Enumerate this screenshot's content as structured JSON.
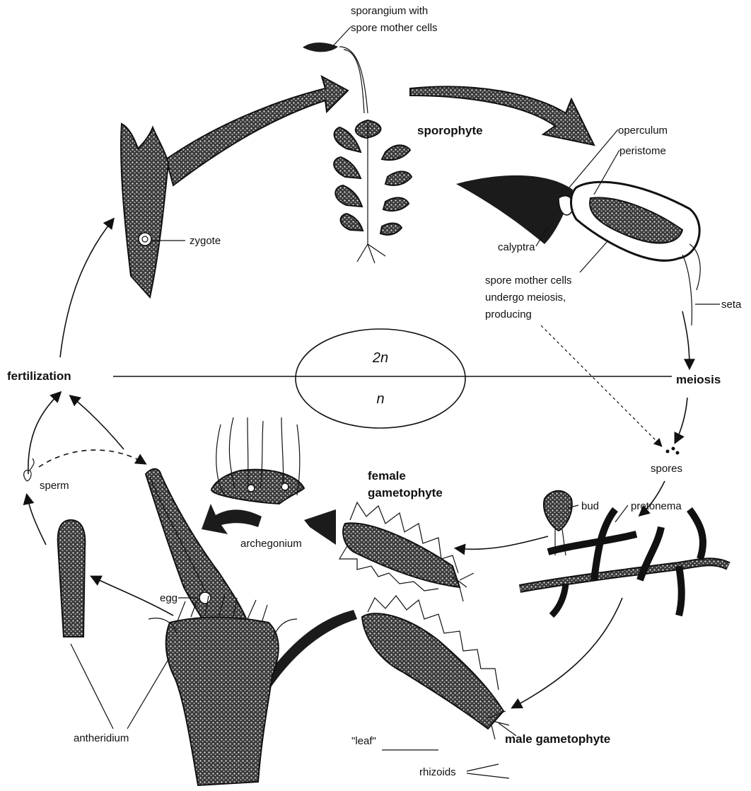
{
  "labels": {
    "sporangium": "sporangium with",
    "sporangium_2": "spore mother cells",
    "sporophyte": "sporophyte",
    "operculum": "operculum",
    "peristome": "peristome",
    "calyptra": "calyptra",
    "zygote": "zygote",
    "meiosis_note_1": "spore mother cells",
    "meiosis_note_2": "undergo meiosis,",
    "meiosis_note_3": "producing",
    "seta": "seta",
    "fertilization": "fertilization",
    "meiosis": "meiosis",
    "diploid": "2n",
    "haploid": "n",
    "spores": "spores",
    "female_1": "female",
    "female_2": "gametophyte",
    "sperm": "sperm",
    "bud": "bud",
    "protonema": "protonema",
    "archegonium": "archegonium",
    "egg": "egg",
    "antheridium": "antheridium",
    "leaf": "\"leaf\"",
    "male": "male gametophyte",
    "rhizoids": "rhizoids"
  }
}
